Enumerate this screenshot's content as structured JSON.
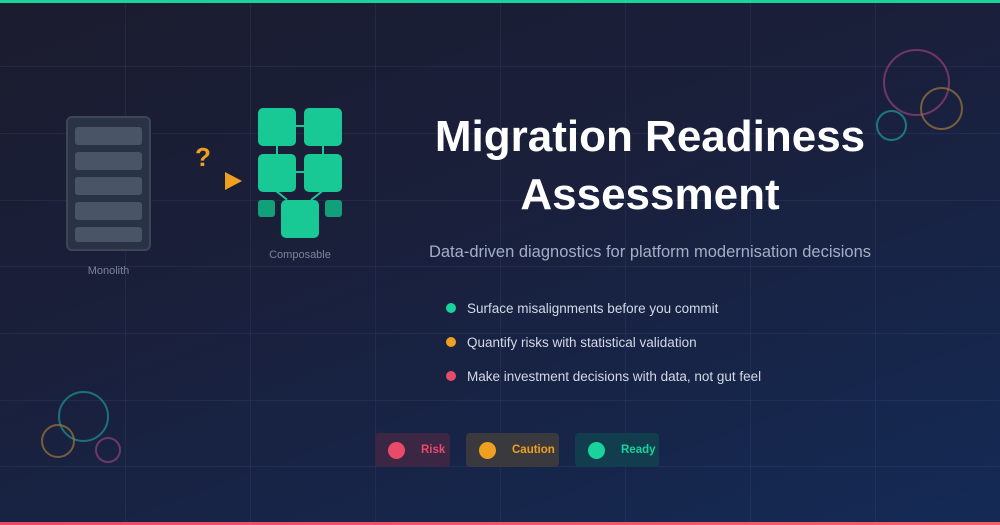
{
  "header": {
    "title_line1": "Migration Readiness",
    "title_line2": "Assessment",
    "subtitle": "Data-driven diagnostics for platform modernisation decisions"
  },
  "illustration": {
    "monolith_label": "Monolith",
    "transition_symbol": "?",
    "composable_label": "Composable"
  },
  "bullets": [
    {
      "text": "Surface misalignments before you commit",
      "color": "#19d39a"
    },
    {
      "text": "Quantify risks with statistical validation",
      "color": "#f0a020"
    },
    {
      "text": "Make investment decisions with data, not gut feel",
      "color": "#e84a6a"
    }
  ],
  "status_badges": [
    {
      "label": "Risk",
      "color": "#e84a6a",
      "bg": "#3b2744"
    },
    {
      "label": "Caution",
      "color": "#f0a020",
      "bg": "#3a3a3e"
    },
    {
      "label": "Ready",
      "color": "#19d39a",
      "bg": "#123d4e"
    }
  ],
  "colors": {
    "accent_top": "#19d39a",
    "accent_bottom": "#e84a6a",
    "background_start": "#1b1c2e",
    "background_end": "#142a55"
  }
}
